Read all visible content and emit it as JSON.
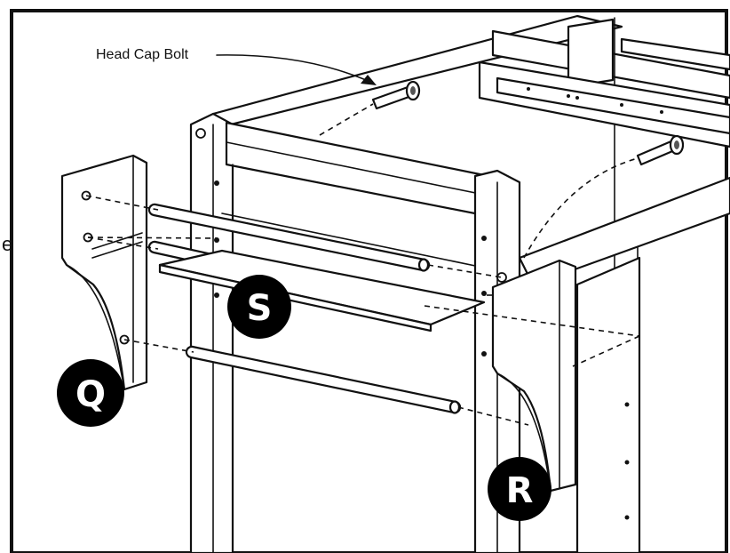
{
  "labels": {
    "head_cap_bolt": "Head Cap Bolt",
    "part_q": "Q",
    "part_r": "R",
    "part_s": "S",
    "cut_off_glyph": "e"
  },
  "colors": {
    "line": "#111111",
    "badge_fill": "#000000",
    "badge_text": "#ffffff",
    "background": "#ffffff"
  }
}
